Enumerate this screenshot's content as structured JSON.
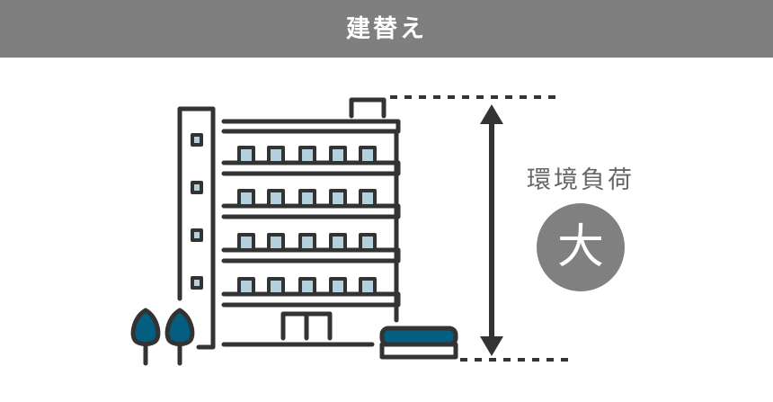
{
  "header": {
    "title": "建替え"
  },
  "impact": {
    "label": "環境負荷",
    "level": "大"
  },
  "colors": {
    "header": "#7f7f7f",
    "stroke": "#333333",
    "window": "#b4d0dc",
    "accent": "#045e80",
    "badge": "#808080"
  }
}
